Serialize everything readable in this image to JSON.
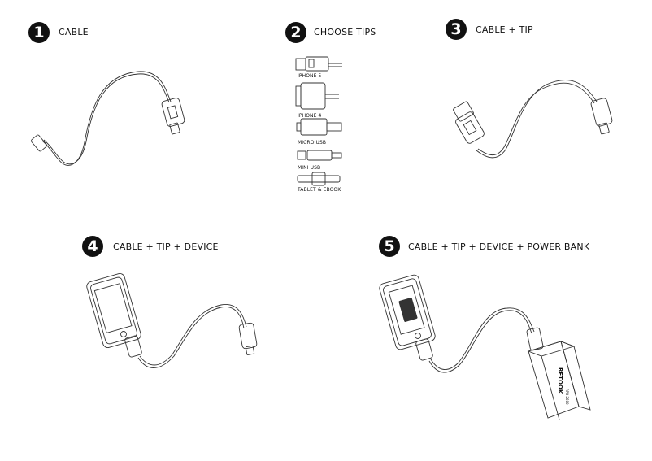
{
  "steps": [
    {
      "number": "1",
      "title": "CABLE"
    },
    {
      "number": "2",
      "title": "CHOOSE TIPS"
    },
    {
      "number": "3",
      "title": "CABLE + TIP"
    },
    {
      "number": "4",
      "title": "CABLE + TIP + DEVICE"
    },
    {
      "number": "5",
      "title": "CABLE + TIP + DEVICE + POWER BANK"
    }
  ],
  "tips": [
    "IPHONE 5",
    "IPHONE 4",
    "MICRO USB",
    "MINI USB",
    "TABLET & EBOOK"
  ],
  "power_bank": {
    "brand": "RETOOK",
    "model": "RPB-2600"
  }
}
